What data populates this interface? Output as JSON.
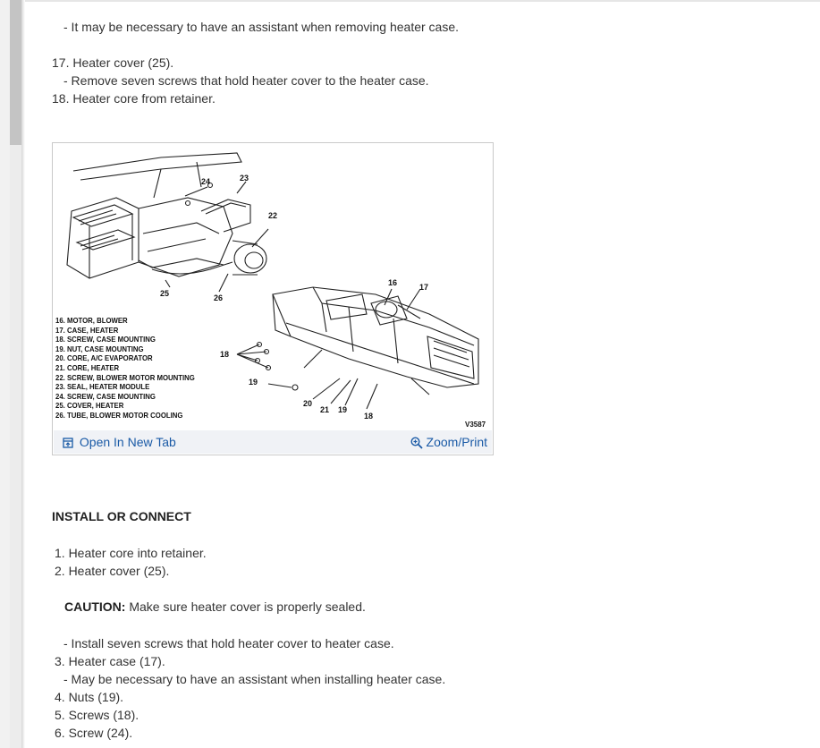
{
  "removal_steps": {
    "assistant_note": "-  It may be necessary to have an assistant when removing heater case.",
    "step17": "17. Heater cover (25).",
    "step17_sub": "-  Remove seven screws that hold heater cover to the heater case.",
    "step18": "18. Heater core from retainer."
  },
  "figure": {
    "legend": [
      "16. MOTOR, BLOWER",
      "17. CASE, HEATER",
      "18. SCREW, CASE MOUNTING",
      "19. NUT, CASE MOUNTING",
      "20. CORE, A/C EVAPORATOR",
      "21. CORE, HEATER",
      "22. SCREW, BLOWER MOTOR MOUNTING",
      "23. SEAL, HEATER MODULE",
      "24. SCREW, CASE MOUNTING",
      "25. COVER, HEATER",
      "26. TUBE, BLOWER MOTOR COOLING"
    ],
    "callouts": {
      "n16": "16",
      "n17": "17",
      "n18a": "18",
      "n18b": "18",
      "n19a": "19",
      "n19b": "19",
      "n20": "20",
      "n21": "21",
      "n22": "22",
      "n23": "23",
      "n24": "24",
      "n25": "25",
      "n26": "26"
    },
    "code": "V3587",
    "open_new_tab_label": "Open In New Tab",
    "zoom_print_label": "Zoom/Print"
  },
  "install": {
    "heading": "INSTALL OR CONNECT",
    "step1": "1. Heater core into retainer.",
    "step2": "2. Heater cover (25).",
    "caution_label": "CAUTION:",
    "caution_text": " Make sure heater cover is properly sealed.",
    "step2_sub": "-  Install seven screws that hold heater cover to heater case.",
    "step3": "3. Heater case (17).",
    "step3_sub": "-  May be necessary to have an assistant when installing heater case.",
    "step4": "4. Nuts (19).",
    "step5": "5. Screws (18).",
    "step6": "6. Screw (24)."
  },
  "colors": {
    "link": "#1a5aa6",
    "text": "#333333",
    "footer_bg": "#f0f2f6"
  }
}
